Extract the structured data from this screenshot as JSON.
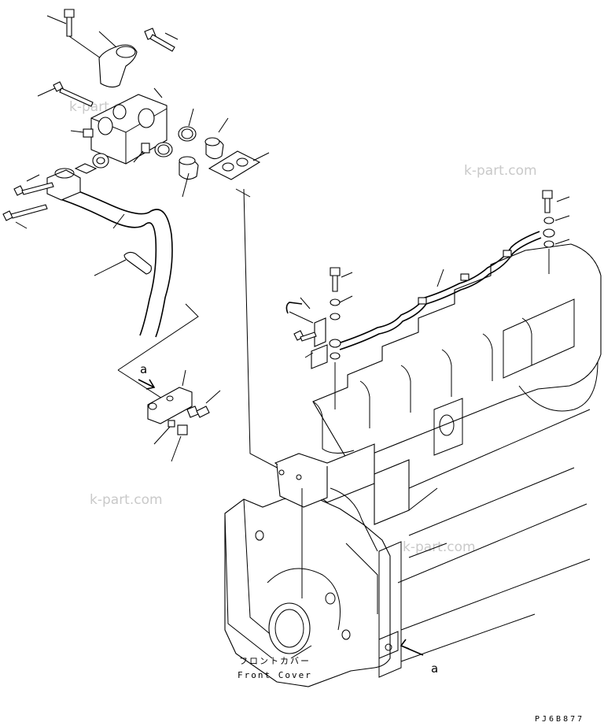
{
  "watermarks": [
    "k-part.com",
    "k-part.com",
    "k-part.com",
    "k-part.com"
  ],
  "labels": {
    "detail_a_upper": "a",
    "detail_a_lower": "a"
  },
  "caption": {
    "japanese": "フロントカバー",
    "english": "Front Cover"
  },
  "drawing_code": "PJ6B877",
  "colors": {
    "line": "#000000",
    "watermark": "#c9c9c9",
    "background": "#ffffff"
  }
}
